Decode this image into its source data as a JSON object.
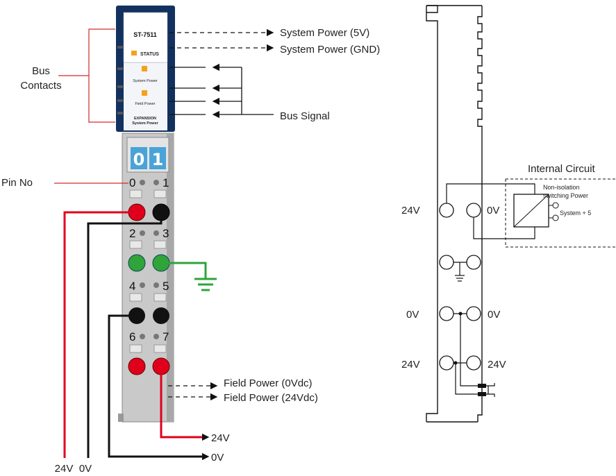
{
  "module": {
    "model": "ST-7511",
    "status_label": "STATUS",
    "system_power_label": "System Power",
    "field_power_label": "Field Power",
    "expansion_label": "EXPANSION",
    "expansion_sub_label": "System Power",
    "display_digits": [
      "0",
      "1"
    ]
  },
  "wiring_labels": {
    "system_power_5v": "System Power (5V)",
    "system_power_gnd": "System Power (GND)",
    "bus_contacts_line1": "Bus",
    "bus_contacts_line2": "Contacts",
    "bus_signal": "Bus Signal",
    "pin_no": "Pin No",
    "field_power_0v": "Field Power (0Vdc)",
    "field_power_24v": "Field Power (24Vdc)",
    "out_24v": "24V",
    "out_0v": "0V",
    "supply_24v": "24V",
    "supply_0v": "0V"
  },
  "pin_numbers": [
    "0",
    "1",
    "2",
    "3",
    "4",
    "5",
    "6",
    "7"
  ],
  "schematic": {
    "internal_circuit": "Internal Circuit",
    "converter_line1": "Non-isolation",
    "converter_line2": "switching Power",
    "system_plus_5": "System + 5",
    "row1_left": "24V",
    "row1_right": "0V",
    "row3_left": "0V",
    "row3_right": "0V",
    "row4_left": "24V",
    "row4_right": "24V"
  },
  "colors": {
    "module_blue": "#13315f",
    "terminal_gray": "#c9c9c9",
    "red": "#e0001b",
    "green": "#2ea43a",
    "black": "#111111",
    "bus_red": "#d32a2a"
  }
}
